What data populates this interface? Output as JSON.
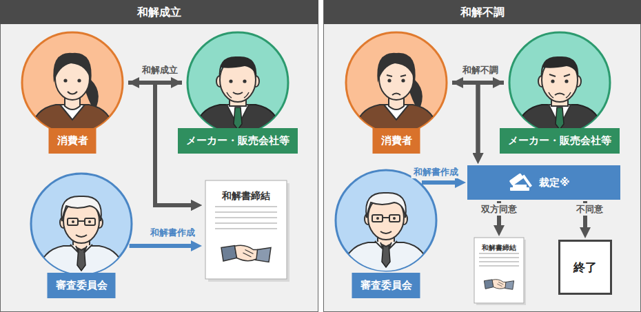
{
  "diagram": {
    "nodes": [
      {
        "text": [
          "和解成立"
        ]
      },
      {
        "text": [
          "消費者"
        ],
        "in": 0
      },
      {
        "text": [
          "メーカー・販売会社等"
        ],
        "in": 0
      },
      {
        "text": [
          "審査委員会"
        ],
        "in": 0
      },
      {
        "text": [
          "和解書締結"
        ],
        "in": 0
      },
      {
        "text": [
          "和解不調"
        ]
      },
      {
        "text": [
          "消費者"
        ],
        "in": 5
      },
      {
        "text": [
          "メーカー・販売会社等"
        ],
        "in": 5
      },
      {
        "text": [
          "審査委員会"
        ],
        "in": 5
      },
      {
        "text": [
          "裁定※"
        ],
        "in": 5
      },
      {
        "text": [
          "和解書締結"
        ],
        "in": 5
      },
      {
        "text": [
          "終了"
        ],
        "in": 5
      }
    ],
    "edges": [
      {
        "from": 1,
        "to": 2,
        "arrow": "both",
        "label": "和解成立"
      },
      {
        "from": 1,
        "to": 4,
        "arrow": "to"
      },
      {
        "from": 2,
        "to": 4,
        "arrow": "to"
      },
      {
        "from": 3,
        "to": 4,
        "arrow": "to",
        "label": "和解書作成"
      },
      {
        "from": 6,
        "to": 7,
        "arrow": "both",
        "label": "和解不調"
      },
      {
        "from": 6,
        "to": 9,
        "arrow": "to"
      },
      {
        "from": 7,
        "to": 9,
        "arrow": "to"
      },
      {
        "from": 8,
        "to": 9,
        "arrow": "to",
        "label": "和解書作成"
      },
      {
        "from": 9,
        "to": 10,
        "arrow": "to",
        "label": "双方同意"
      },
      {
        "from": 9,
        "to": 11,
        "arrow": "to",
        "label": "不同意"
      }
    ]
  }
}
